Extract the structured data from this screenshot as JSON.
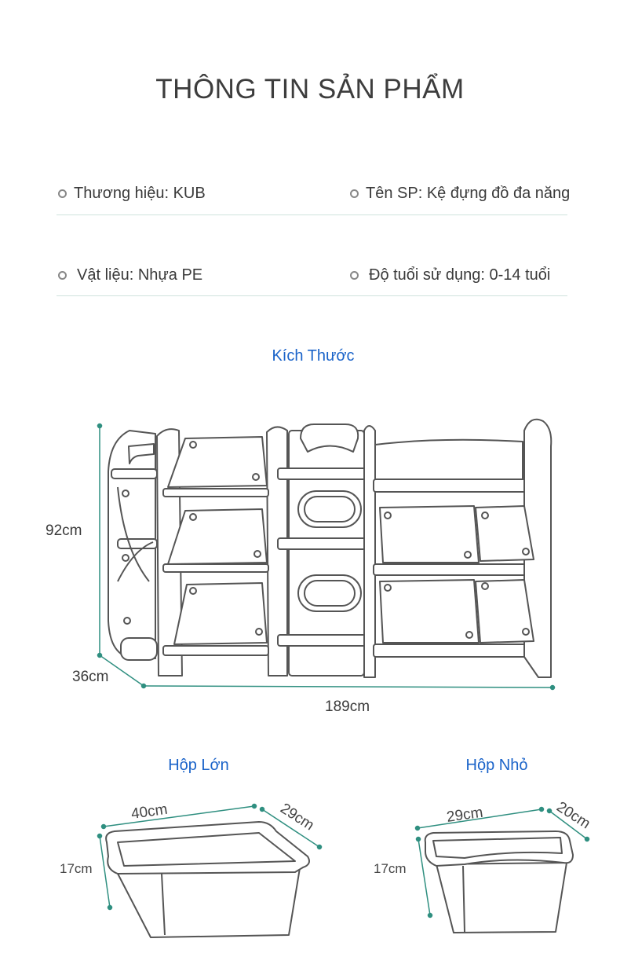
{
  "page_title": "THÔNG TIN SẢN PHẨM",
  "specs": {
    "brand": "Thương hiệu: KUB",
    "name": "Tên SP: Kệ đựng đồ đa năng",
    "material": "Vật liệu: Nhựa PE",
    "age": "Độ tuổi sử dụng: 0-14 tuổi"
  },
  "dimensions": {
    "heading": "Kích Thước",
    "height": "92cm",
    "depth": "36cm",
    "width": "189cm"
  },
  "boxes": {
    "large": {
      "heading": "Hộp Lớn",
      "length": "40cm",
      "width": "29cm",
      "height": "17cm"
    },
    "small": {
      "heading": "Hộp Nhỏ",
      "length": "29cm",
      "width": "20cm",
      "height": "17cm"
    }
  },
  "colors": {
    "heading_blue": "#1a63c9",
    "dimension_line": "#2f8f80",
    "outline": "#555555"
  }
}
